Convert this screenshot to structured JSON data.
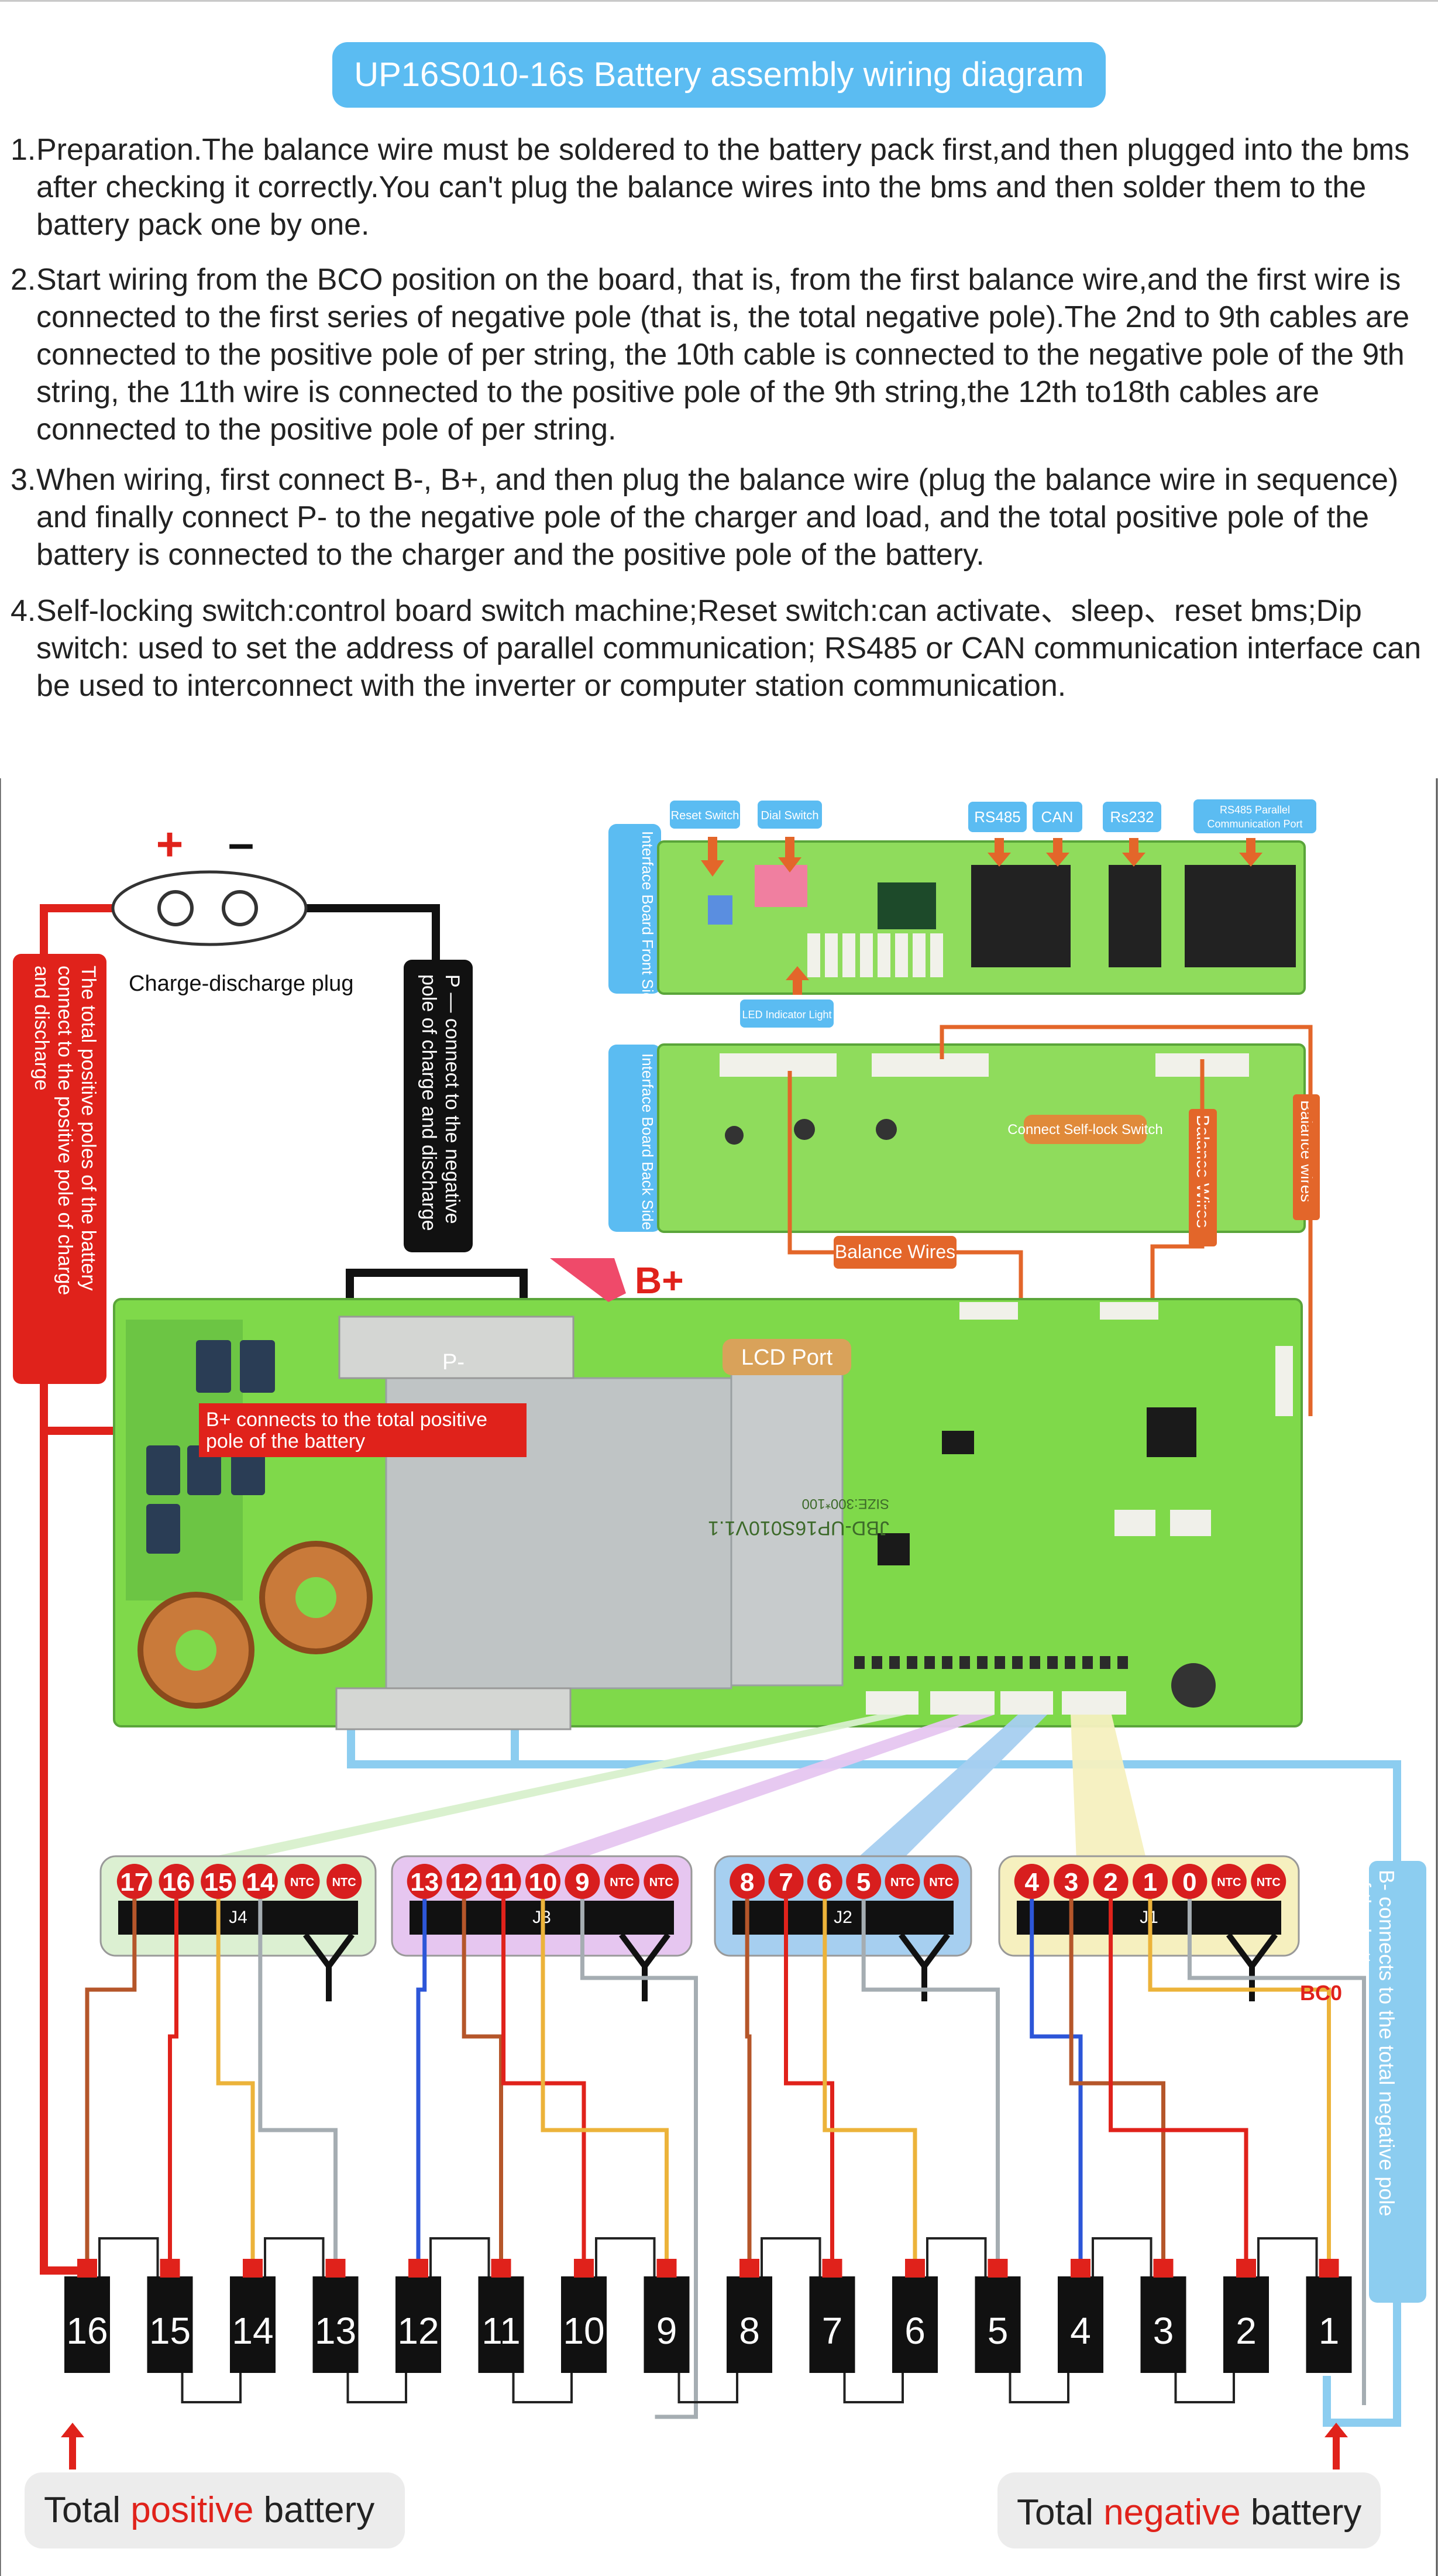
{
  "title": "UP16S010-16s Battery assembly wiring diagram",
  "instructions": [
    {
      "num": "1.",
      "text": "Preparation.The balance wire must be soldered to the battery pack first,and then plugged into the bms after checking it correctly.You can't plug the balance wires into the bms and then solder them to the battery pack one by one."
    },
    {
      "num": "2.",
      "text": "Start wiring from the BCO position on the board, that is, from the first balance wire,and the first wire is connected to the first series of negative pole (that is, the total negative pole).The 2nd to 9th cables are connected to the positive pole of per string, the 10th cable is connected to the negative pole of the 9th string, the 11th wire is connected to the positive pole of the 9th string,the 12th to18th cables are connected to the positive pole of per string."
    },
    {
      "num": "3.",
      "text": "When wiring, first connect B-, B+, and then plug the balance wire (plug the balance wire in sequence) and finally connect P- to the negative pole of the charger and load, and the total positive pole of the battery is connected to the charger and the positive pole of the battery."
    },
    {
      "num": "4.",
      "text": "Self-locking switch:control board switch machine;Reset switch:can activate、sleep、reset bms;Dip switch: used to set the address of parallel communication; RS485 or CAN communication interface can be used to interconnect with the inverter or computer station communication."
    }
  ],
  "plug": {
    "plus": "+",
    "minus": "–",
    "label": "Charge-discharge plug"
  },
  "labels": {
    "total_positive_line1": "The total positive poles of the battery",
    "total_positive_line2": "connect to the positive pole of charge",
    "total_positive_line3": "and discharge",
    "p_minus_line1": "P — connect to the negative",
    "p_minus_line2": "pole of charge and discharge",
    "b_plus": "B+",
    "b_plus_note_line1": "B+ connects to the total positive",
    "b_plus_note_line2": "pole of the battery",
    "b_minus_line1": "B- connects to the total negative pole",
    "b_minus_line2": "of the battery",
    "bc0": "BC0",
    "total_positive_prefix": "Total ",
    "total_positive_word": "positive",
    "total_positive_suffix": " battery",
    "total_negative_prefix": "Total ",
    "total_negative_word": "negative",
    "total_negative_suffix": " battery"
  },
  "interface_front": {
    "side_label": "Interface Board Front Side",
    "reset": "Reset Switch",
    "dial": "Dial Switch",
    "rs485": "RS485",
    "can": "CAN",
    "rs232": "Rs232",
    "rs485_parallel_line1": "RS485 Parallel",
    "rs485_parallel_line2": "Communication Port",
    "led": "LED Indicator Light"
  },
  "interface_back": {
    "side_label": "Interface Board Back Side",
    "self_lock": "Connect Self-lock Switch",
    "balance_wires_a": "Balance Wires",
    "balance_wires_b": "Balance wires",
    "balance_wires_c": "Balance Wires"
  },
  "main_board": {
    "lcd_port": "LCD Port",
    "p_minus_mark": "P-",
    "model": "JBD-UP16S010V1.1",
    "size": "SIZE:300*100"
  },
  "connectors": [
    {
      "name": "J4",
      "pins": [
        "17",
        "16",
        "15",
        "14",
        "NTC",
        "NTC"
      ]
    },
    {
      "name": "J3",
      "pins": [
        "13",
        "12",
        "11",
        "10",
        "9",
        "NTC",
        "NTC"
      ]
    },
    {
      "name": "J2",
      "pins": [
        "8",
        "7",
        "6",
        "5",
        "NTC",
        "NTC"
      ]
    },
    {
      "name": "J1",
      "pins": [
        "4",
        "3",
        "2",
        "1",
        "0",
        "NTC",
        "NTC"
      ]
    }
  ],
  "cells": [
    "16",
    "15",
    "14",
    "13",
    "12",
    "11",
    "10",
    "9",
    "8",
    "7",
    "6",
    "5",
    "4",
    "3",
    "2",
    "1"
  ],
  "colors": {
    "accent_blue": "#5bbcf2",
    "red": "#e0221b",
    "orange": "#e3662a",
    "board_green": "#7fd94a",
    "wire_brown": "#b5562a",
    "wire_yellow": "#ecb33a",
    "wire_gray": "#a5adb2",
    "wire_blue": "#2d56d8"
  }
}
